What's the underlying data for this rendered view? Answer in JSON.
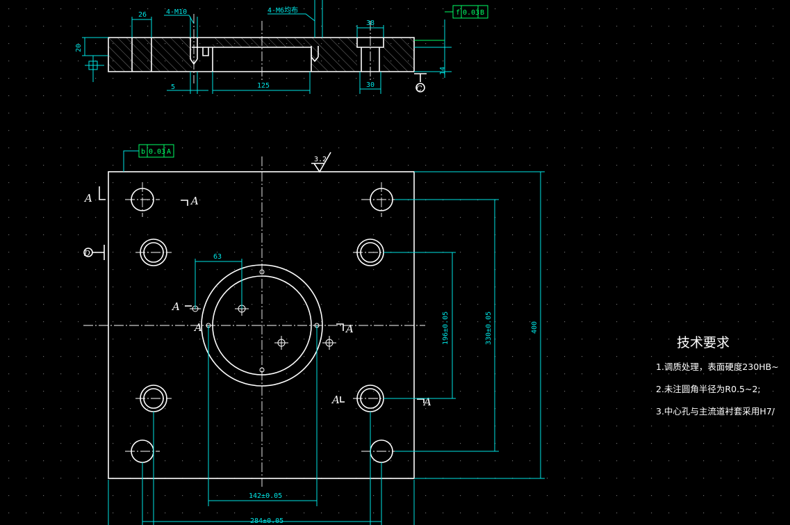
{
  "section_view": {
    "dim_26": "26",
    "thread_note": "4-M10",
    "thread_note_2": "4-M6均布",
    "dim_38": "38",
    "dim_20": "20",
    "dim_5": "5",
    "dim_125": "125",
    "dim_30": "30",
    "dim_14": "14",
    "gdt_flatness": {
      "symbol": "f",
      "value": "0.03",
      "datum": "B"
    },
    "datum_label": "C"
  },
  "plan_view": {
    "gdt_perp": {
      "symbol": "b",
      "value": "0.03",
      "datum": "A"
    },
    "roughness": "3.2",
    "dim_63": "63",
    "dim_196": "196±0.05",
    "dim_330": "330±0.05",
    "dim_400": "400",
    "dim_142": "142±0.05",
    "dim_284": "284±0.05",
    "section_label": "A",
    "datum_d": "D"
  },
  "tech_notes": {
    "title": "技术要求",
    "line1": "1.调质处理，表面硬度230HB~",
    "line2": "2.未注圆角半径为R0.5~2;",
    "line3": "3.中心孔与主流道衬套采用H7/"
  }
}
